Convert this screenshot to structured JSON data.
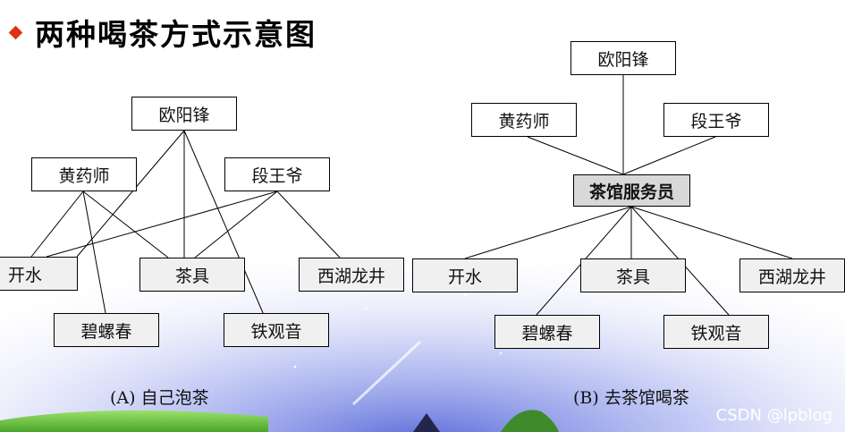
{
  "title": "两种喝茶方式示意图",
  "diagram_a": {
    "caption": "(A) 自己泡茶",
    "people": [
      "欧阳锋",
      "黄药师",
      "段王爷"
    ],
    "items": [
      "开水",
      "茶具",
      "西湖龙井",
      "碧螺春",
      "铁观音"
    ]
  },
  "diagram_b": {
    "caption": "(B) 去茶馆喝茶",
    "people": [
      "欧阳锋",
      "黄药师",
      "段王爷"
    ],
    "hub": "茶馆服务员",
    "items": [
      "开水",
      "茶具",
      "西湖龙井",
      "碧螺春",
      "铁观音"
    ]
  },
  "watermark": "CSDN @lpblog"
}
